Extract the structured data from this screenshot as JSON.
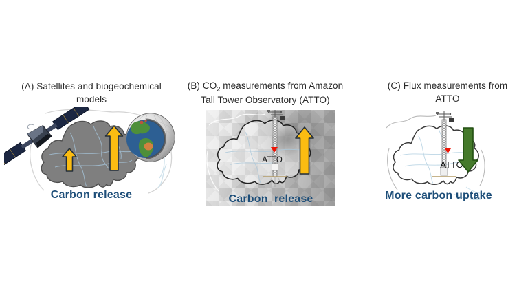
{
  "figure": {
    "panel_a": {
      "label": "A",
      "title_line1": "(A) Satellites and biogeochemical",
      "title_line2": "models",
      "caption": "Carbon release"
    },
    "panel_b": {
      "label": "B",
      "title_pre": "(B) CO",
      "title_sub": "2",
      "title_post": " measurements from Amazon",
      "title_line2": "Tall Tower Observatory (ATTO)",
      "station_label": "ATTO",
      "caption": "Carbon  release"
    },
    "panel_c": {
      "label": "C",
      "title_line1": "(C) Flux measurements from",
      "title_line2": "ATTO",
      "station_label": "ATTO",
      "caption": "More carbon uptake"
    }
  },
  "colors": {
    "caption_blue": "#1d4e79",
    "title_text": "#282828",
    "arrow_yellow": "#fbbc12",
    "arrow_yellow_border": "#232e3a",
    "arrow_green": "#457a2b",
    "arrow_green_border": "#224f12",
    "basin_gray": "#7f7f7f",
    "basin_border": "#4f4f4f",
    "marker_red": "#ee1607",
    "river_blue": "#a9c6d8",
    "map_outline_dark": "#222222"
  },
  "icons": {
    "satellite": "satellite-icon",
    "globe": "earth-model-globe-icon",
    "tower": "tall-tower-icon",
    "up_arrow": "up-arrow-icon",
    "down_arrow": "down-arrow-icon",
    "station_marker": "station-marker-icon"
  }
}
